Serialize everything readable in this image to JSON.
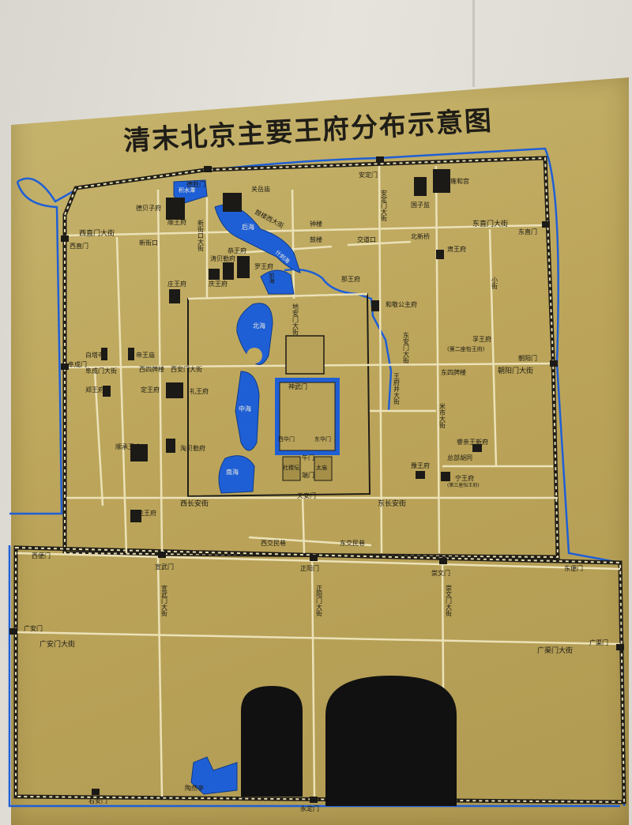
{
  "title": "清末北京主要王府分布示意图",
  "colors": {
    "board": "#bfa95e",
    "water": "#1f5fd6",
    "road": "#e8dcb0",
    "wall": "#1f1d17",
    "building": "#1c1a16"
  },
  "labels": {
    "deshengmen": "德胜门",
    "andingmen": "安定门",
    "yonghegong": "雍和宫",
    "guozijian": "国子监",
    "andingmen_dajie": "安定门大街",
    "guandimiao": "关岳庙",
    "jishuitan": "积水潭",
    "gulou_xidajie": "鼓楼西大街",
    "zhonglou": "钟楼",
    "gulou": "鼓楼",
    "jiaodaokou": "交道口",
    "beixinqiao": "北新桥",
    "dongzhimen_dajie": "东直门大街",
    "dongzhimen": "东直门",
    "xizhimen_dajie": "西直门大街",
    "xizhimen": "西直门",
    "xinjiekou": "新街口",
    "debeizifu": "德贝子府",
    "shunwangfu": "顺王府",
    "xinjiekou_dajie": "新街口大街",
    "taobeilefu": "涛贝勒府",
    "gongwangfu": "恭王府",
    "luowangfu": "罗王府",
    "qingwangfu": "庆王府",
    "zhuangwangfu": "庄王府",
    "houhai": "后海",
    "qianhai": "前海",
    "shichahai": "什刹海",
    "nawangfu": "那王府",
    "heshuogongzhufu": "和敬公主府",
    "suwangfu": "肃王府",
    "xiaojie": "小街",
    "chunwangfu": "孚王府",
    "yiwangfu": "(第二座怡王府)",
    "baitasi": "白塔寺",
    "diwangmiao": "帝王庙",
    "fuchengmen_dajie": "阜成门大街",
    "xisipailou": "西四牌楼",
    "xianmen_dajie": "西安门大街",
    "lizhengwangfu": "礼王府",
    "dongsi_pailou": "东四牌楼",
    "chaoyangmen_dajie": "朝阳门大街",
    "chaoyangmen": "朝阳门",
    "beihai": "北海",
    "zhonghai": "中海",
    "nanhai": "南海",
    "dianmen_dajie": "地安门大街",
    "shenwumen": "神武门",
    "xihuamen": "西华门",
    "donghuamen": "东华门",
    "wumen": "午门",
    "shejitan": "社稷坛",
    "taimiao": "太庙",
    "duanmen": "端门",
    "tiananmen": "天安门",
    "wangfujing_dajie": "王府井大街",
    "dongan_dajie": "东安门大街",
    "mishi_dajie": "米市大街",
    "ruiqinwangfu": "睿亲王新府",
    "zongbu_hutong": "总部胡同",
    "yuwangfu": "豫王府",
    "ningwangfu": "宁王府",
    "ningwangfu_sub": "(第三座怡王府)",
    "zhengwangfu": "郑王府",
    "dingwangfu": "定王府",
    "fuchengmen": "阜成门",
    "shunchengwangfu": "顺承王府",
    "taibeilefu": "淘贝勒府",
    "xichang_anjie": "西长安街",
    "dongchang_anjie": "东长安街",
    "kewangfu": "克王府",
    "xijiaominxiang": "西交民巷",
    "dongjiaominxiang": "东交民巷",
    "xibianmen": "西便门",
    "xuanwumen": "宣武门",
    "zhengyangmen": "正阳门",
    "chongwenmen": "崇文门",
    "dongbianmen": "东便门",
    "xuanwumen_dajie": "宣武门大街",
    "zhengyangmen_dajie": "正阳门大街",
    "chongwenmen_dajie": "崇文门大街",
    "guanganmen": "广安门",
    "guanganmen_dajie": "广安门大街",
    "guangqumen": "广渠门",
    "guangqumen_dajie": "广渠门大街",
    "taoranting": "陶然亭",
    "youanmen": "右安门",
    "yongdingmen": "永定门"
  }
}
